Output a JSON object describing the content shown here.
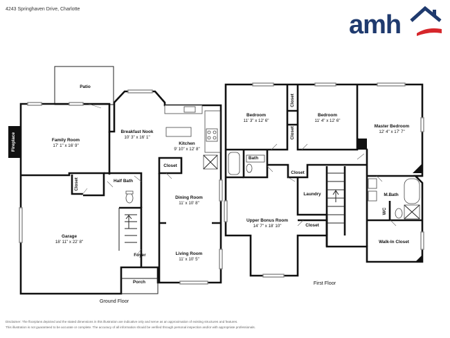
{
  "header": {
    "address": "4243 Springhaven Drive, Charlotte"
  },
  "brand": {
    "logo_text": "amh",
    "primary_color": "#1f3a6e",
    "accent_color": "#d6262b"
  },
  "floors": {
    "ground": {
      "label": "Ground Floor",
      "rooms": {
        "patio": {
          "name": "Patio"
        },
        "family_room": {
          "name": "Family Room",
          "dims": "17' 1\" x 16' 9\""
        },
        "fireplace": {
          "name": "Fireplace"
        },
        "breakfast_nook": {
          "name": "Breakfast Nook",
          "dims": "10' 3\" x 16' 1\""
        },
        "kitchen": {
          "name": "Kitchen",
          "dims": "9' 10\" x 12' 8\""
        },
        "closet_kitchen": {
          "name": "Closet"
        },
        "half_bath": {
          "name": "Half Bath"
        },
        "closet_garage": {
          "name": "Closet"
        },
        "garage": {
          "name": "Garage",
          "dims": "18' 11\" x 22' 8\""
        },
        "dining_room": {
          "name": "Dining Room",
          "dims": "11' x 10' 8\""
        },
        "living_room": {
          "name": "Living Room",
          "dims": "11' x 10' 5\""
        },
        "foyer": {
          "name": "Foyer"
        },
        "porch": {
          "name": "Porch"
        }
      }
    },
    "first": {
      "label": "First Floor",
      "rooms": {
        "bedroom_1": {
          "name": "Bedroom",
          "dims": "11' 3\" x 12' 6\""
        },
        "closet_top_1": {
          "name": "Closet"
        },
        "closet_top_2": {
          "name": "Closet"
        },
        "bedroom_2": {
          "name": "Bedroom",
          "dims": "11' 4\" x 12' 6\""
        },
        "master_bedroom": {
          "name": "Master Bedroom",
          "dims": "12' 4\" x 17' 7\""
        },
        "bath": {
          "name": "Bath"
        },
        "closet_hall": {
          "name": "Closet"
        },
        "laundry": {
          "name": "Laundry"
        },
        "m_bath": {
          "name": "M.Bath"
        },
        "wc": {
          "name": "WC"
        },
        "upper_bonus_room": {
          "name": "Upper Bonus Room",
          "dims": "14' 7\" x 18' 10\""
        },
        "closet_bonus": {
          "name": "Closet"
        },
        "walk_in_closet": {
          "name": "Walk-In Closet"
        }
      }
    }
  },
  "disclaimer": [
    "Disclaimer: The floorplans depicted and the stated dimensions in this illustration are indicative only and serve as an approximation of existing structures and features.",
    "This illustration is not guaranteed to be accurate or complete. The accuracy of all information should be verified through personal inspection and/or with appropriate professionals."
  ]
}
